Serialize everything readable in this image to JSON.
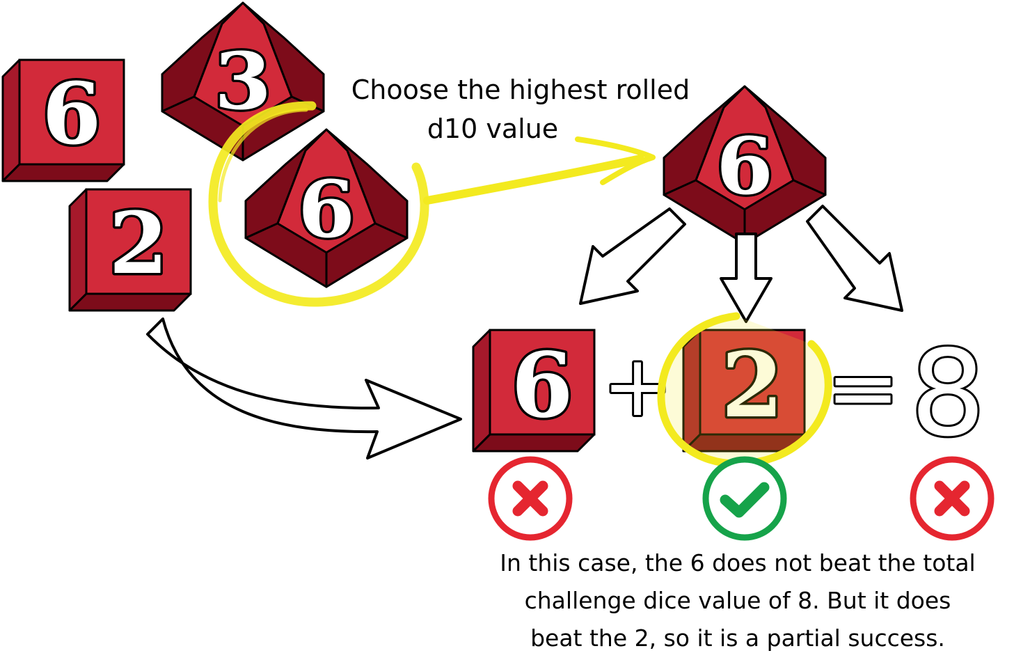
{
  "colors": {
    "die_face": "#d22a3a",
    "die_side": "#7d0c1a",
    "die_top": "#a6192b",
    "highlight": "#f3ea1f",
    "fail": "#e52630",
    "success": "#16a34a"
  },
  "rolled_dice": {
    "d6_top_value": "6",
    "d6_bottom_value": "2",
    "d10_top_value": "3",
    "d10_highlighted_value": "6"
  },
  "instruction": {
    "line1": "Choose the highest rolled",
    "line2": "d10 value"
  },
  "chosen_d10": {
    "value": "6"
  },
  "equation": {
    "die1": "6",
    "plus": "+",
    "die2": "2",
    "equals": "=",
    "total": "8"
  },
  "results": [
    {
      "icon": "x-icon",
      "status": "fail"
    },
    {
      "icon": "check-icon",
      "status": "success"
    },
    {
      "icon": "x-icon",
      "status": "fail"
    }
  ],
  "caption": {
    "line1": "In this case, the 6 does not beat the total",
    "line2": "challenge dice value of 8. But it does",
    "line3": "beat the 2, so it is a partial success."
  }
}
